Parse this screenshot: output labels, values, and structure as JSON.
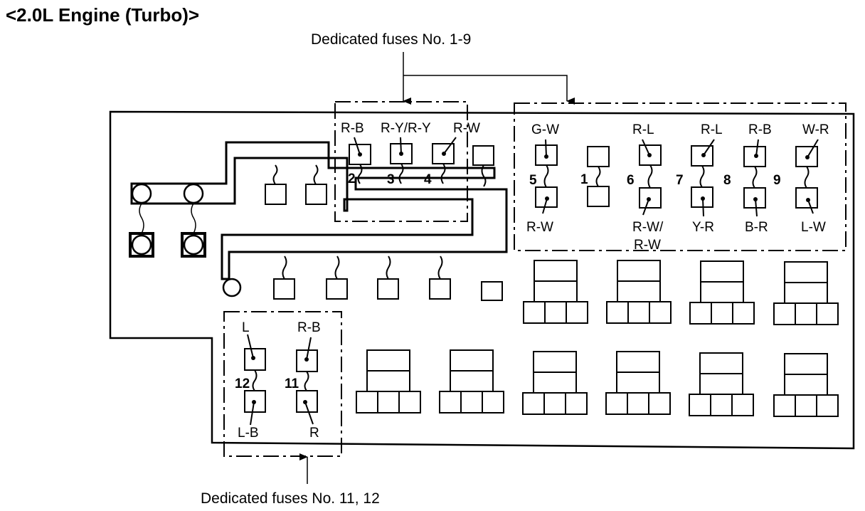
{
  "title": "<2.0L Engine (Turbo)>",
  "callouts": {
    "top": "Dedicated fuses No. 1-9",
    "bottom": "Dedicated fuses No. 11, 12"
  },
  "group1": {
    "wires_top": [
      "R-B",
      "R-Y/R-Y",
      "R-W"
    ],
    "numbers": [
      "2",
      "3",
      "4"
    ]
  },
  "group2": {
    "wires_top": [
      "G-W",
      "R-L",
      "R-L",
      "R-B",
      "W-R"
    ],
    "wires_bottom": [
      "R-W",
      "R-W/",
      "R-W",
      "Y-R",
      "B-R",
      "L-W"
    ],
    "numbers": [
      "5",
      "1",
      "6",
      "7",
      "8",
      "9"
    ]
  },
  "group3": {
    "wires_top": [
      "L",
      "R-B"
    ],
    "wires_bottom": [
      "L-B",
      "R"
    ],
    "numbers": [
      "12",
      "11"
    ]
  }
}
